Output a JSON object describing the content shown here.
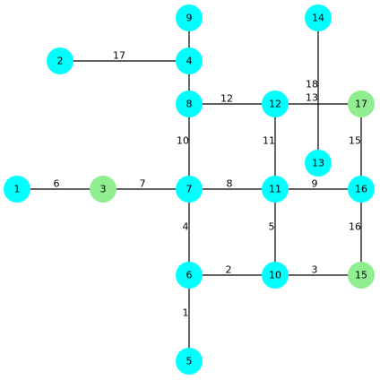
{
  "colors": {
    "cyan": "#00ffff",
    "green": "#90ee90",
    "edge": "#000000"
  },
  "graph": {
    "nodes": [
      {
        "id": "1",
        "color": "cyan"
      },
      {
        "id": "2",
        "color": "cyan"
      },
      {
        "id": "3",
        "color": "green"
      },
      {
        "id": "4",
        "color": "cyan"
      },
      {
        "id": "5",
        "color": "cyan"
      },
      {
        "id": "6",
        "color": "cyan"
      },
      {
        "id": "7",
        "color": "cyan"
      },
      {
        "id": "8",
        "color": "cyan"
      },
      {
        "id": "9",
        "color": "cyan"
      },
      {
        "id": "10",
        "color": "cyan"
      },
      {
        "id": "11",
        "color": "cyan"
      },
      {
        "id": "12",
        "color": "cyan"
      },
      {
        "id": "13",
        "color": "cyan"
      },
      {
        "id": "14",
        "color": "cyan"
      },
      {
        "id": "15",
        "color": "green"
      },
      {
        "id": "16",
        "color": "cyan"
      },
      {
        "id": "17",
        "color": "green"
      }
    ],
    "edges": [
      {
        "from": "1",
        "to": "3",
        "label": "6"
      },
      {
        "from": "3",
        "to": "7",
        "label": "7"
      },
      {
        "from": "2",
        "to": "4",
        "label": "17"
      },
      {
        "from": "9",
        "to": "4",
        "label": ""
      },
      {
        "from": "4",
        "to": "8",
        "label": ""
      },
      {
        "from": "8",
        "to": "12",
        "label": "12"
      },
      {
        "from": "12",
        "to": "17",
        "label": "13"
      },
      {
        "from": "14",
        "to": "13",
        "label": "18"
      },
      {
        "from": "8",
        "to": "7",
        "label": "10"
      },
      {
        "from": "12",
        "to": "11",
        "label": "11"
      },
      {
        "from": "17",
        "to": "16",
        "label": "15"
      },
      {
        "from": "7",
        "to": "11",
        "label": "8"
      },
      {
        "from": "11",
        "to": "16",
        "label": "9"
      },
      {
        "from": "7",
        "to": "6",
        "label": "4"
      },
      {
        "from": "11",
        "to": "10",
        "label": "5"
      },
      {
        "from": "16",
        "to": "15",
        "label": "16"
      },
      {
        "from": "6",
        "to": "10",
        "label": "2"
      },
      {
        "from": "10",
        "to": "15",
        "label": "3"
      },
      {
        "from": "6",
        "to": "5",
        "label": "1"
      }
    ]
  }
}
